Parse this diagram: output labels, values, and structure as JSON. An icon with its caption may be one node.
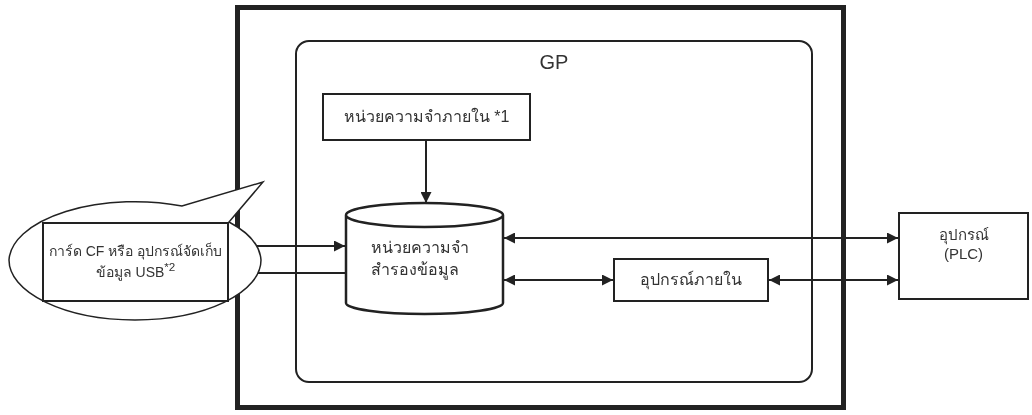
{
  "diagram": {
    "nodes": [
      {
        "text": [],
        "shape": "box"
      },
      {
        "text": [
          "GP"
        ],
        "in": 0
      },
      {
        "text": [
          "หน่วยความจำภายใน *1"
        ],
        "in": 1
      },
      {
        "text": [
          "หน่วยความจำสำรองข้อมูล"
        ],
        "in": 1
      },
      {
        "text": [
          "อุปกรณ์ภายใน"
        ],
        "in": 1
      },
      {
        "text": [],
        "shape": "circle"
      },
      {
        "text": [
          "การ์ด CF หรือ อุปกรณ์จัดเก็บข้อมูล USB$^{*2}$"
        ],
        "in": 5
      },
      {
        "text": [
          "อุปกรณ์ (PLC)"
        ]
      }
    ],
    "edges": [
      {
        "from": 2,
        "to": 3,
        "arrow": "to"
      },
      {
        "from": 6,
        "to": 3,
        "arrow": "to"
      },
      {
        "from": 3,
        "to": 6,
        "arrow": "to"
      },
      {
        "from": 3,
        "to": 7,
        "arrow": "both"
      },
      {
        "from": 3,
        "to": 4,
        "arrow": "both"
      },
      {
        "from": 4,
        "to": 7,
        "arrow": "both"
      }
    ]
  }
}
